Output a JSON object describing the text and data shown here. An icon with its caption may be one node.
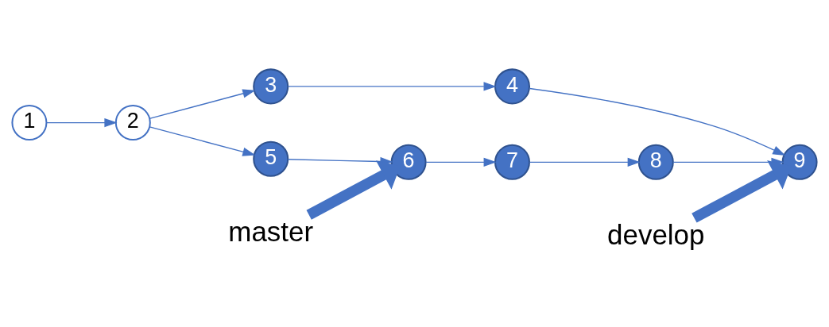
{
  "diagram": {
    "nodes": [
      {
        "text": [
          "1"
        ]
      },
      {
        "text": [
          "2"
        ]
      },
      {
        "text": [
          "3"
        ]
      },
      {
        "text": [
          "4"
        ]
      },
      {
        "text": [
          "5"
        ]
      },
      {
        "text": [
          "6"
        ]
      },
      {
        "text": [
          "7"
        ]
      },
      {
        "text": [
          "8"
        ]
      },
      {
        "text": [
          "9"
        ]
      },
      {
        "text": [
          "develop"
        ]
      },
      {
        "text": [
          "master"
        ]
      }
    ],
    "edges": [
      {
        "from": 0,
        "to": 1,
        "arrow": "to"
      },
      {
        "from": 1,
        "to": 2,
        "arrow": "to"
      },
      {
        "from": 2,
        "to": 3,
        "arrow": "to"
      },
      {
        "from": 3,
        "to": 8,
        "arrow": "to"
      },
      {
        "from": 1,
        "to": 4,
        "arrow": "to"
      },
      {
        "from": 4,
        "to": 5,
        "arrow": "to"
      },
      {
        "from": 5,
        "to": 6,
        "arrow": "to"
      },
      {
        "from": 6,
        "to": 7,
        "arrow": "to"
      },
      {
        "from": 7,
        "to": 8,
        "arrow": "to"
      },
      {
        "from": 9,
        "to": 8,
        "arrow": "to",
        "style": "thick"
      },
      {
        "from": 10,
        "to": 5,
        "arrow": "to",
        "style": "thick"
      }
    ]
  }
}
